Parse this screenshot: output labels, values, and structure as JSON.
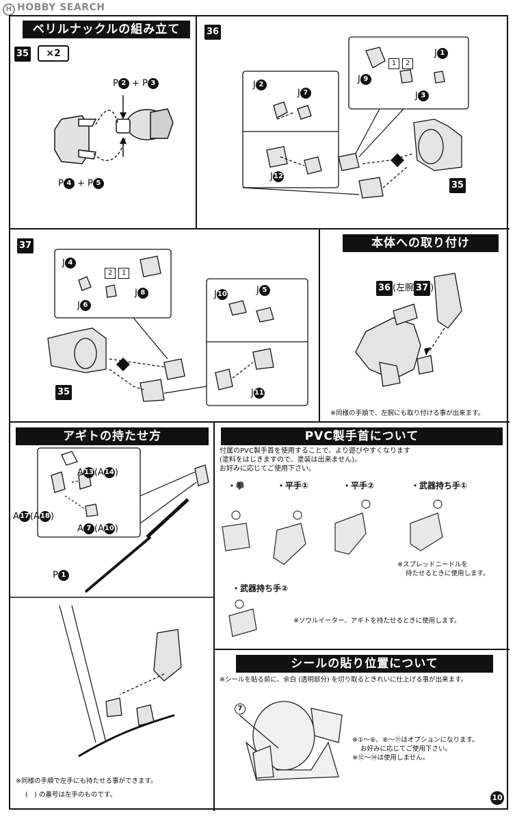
{
  "watermark": "HOBBY SEARCH",
  "page_number": "10",
  "sec1": {
    "title": "ベリルナックルの組み立て",
    "step": "35",
    "times": "×2",
    "label_top_a": "P",
    "label_top_a_num": "2",
    "label_plus": "+",
    "label_top_b": "P",
    "label_top_b_num": "3",
    "label_bot_a": "P",
    "label_bot_a_num": "4",
    "label_bot_b": "P",
    "label_bot_b_num": "5"
  },
  "sec36": {
    "step": "36",
    "j2": "J",
    "j2n": "2",
    "j7": "J",
    "j7n": "7",
    "j12": "J",
    "j12n": "12",
    "j1": "J",
    "j1n": "1",
    "j9": "J",
    "j9n": "9",
    "j3": "J",
    "j3n": "3",
    "order1": "1",
    "order2": "2",
    "ref": "35"
  },
  "sec37": {
    "step": "37",
    "j4": "J",
    "j4n": "4",
    "j6": "J",
    "j6n": "6",
    "j8": "J",
    "j8n": "8",
    "j10": "J",
    "j10n": "10",
    "j5": "J",
    "j5n": "5",
    "j11": "J",
    "j11n": "11",
    "order1": "1",
    "order2": "2",
    "ref": "35"
  },
  "attach": {
    "title": "本体への取り付け",
    "ref_a": "36",
    "mid": "(左腕",
    "ref_b": "37",
    "close": ")",
    "note": "※同様の手順で、左腕にも取り付ける事が出来ます。"
  },
  "agito": {
    "title": "アギトの持たせ方",
    "a13": "A",
    "a13n": "13",
    "a14": "(A",
    "a14n": "14",
    "a14c": ")",
    "a17": "A",
    "a17n": "17",
    "a18": "(A",
    "a18n": "18",
    "a18c": ")",
    "a7": "A",
    "a7n": "7",
    "a10": "(A",
    "a10n": "10",
    "a10c": ")",
    "p1": "P",
    "p1n": "1",
    "note1": "※同様の手順で左手にも持たせる事ができます。",
    "note2": "(　) の番号は左手のものです。"
  },
  "pvc": {
    "title": "PVC製手首について",
    "desc1": "付属のPVC製手首を使用することで、より遊びやすくなります",
    "desc2": "(塗料をはじきますので、塗装は出来ません)。",
    "desc3": "お好みに応じてご使用下さい。",
    "hands": [
      "・拳",
      "・平手①",
      "・平手②",
      "・武器持ち手①"
    ],
    "hand5": "・武器持ち手②",
    "note_a1": "※スプレッドニードルを",
    "note_a2": "持たせるときに使用します。",
    "note_b": "※ソウルイーター、アギトを持たせるときに使用します。"
  },
  "seal": {
    "title": "シールの貼り位置について",
    "intro": "※シールを貼る前に、余白 (透明部分) を切り取るときれいに仕上げる事が出来ます。",
    "marker": "7",
    "n1": "※①～⑥、⑧～⑪はオプションになります。",
    "n2": "お好みに応じてご使用下さい。",
    "n3": "※⑫～⑭は使用しません。"
  }
}
